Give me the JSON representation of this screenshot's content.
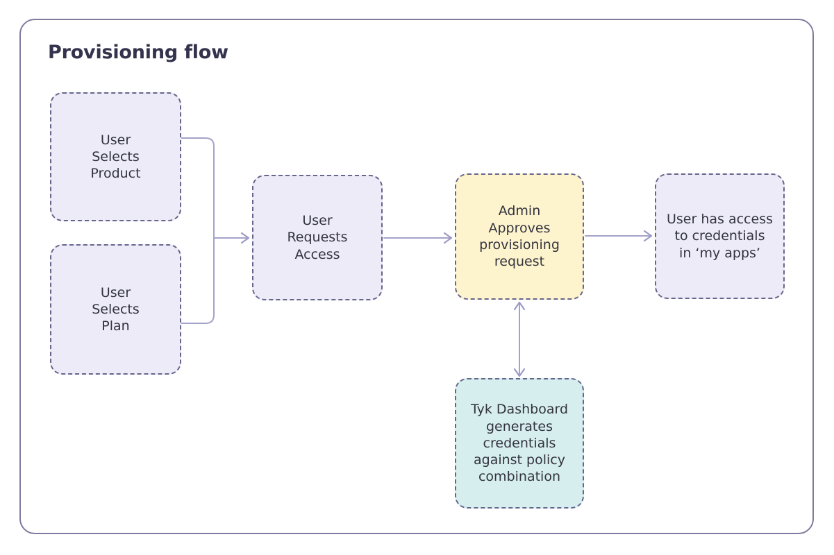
{
  "diagram": {
    "title": "Provisioning flow",
    "frame_border_color": "#7d7c9e",
    "background_color": "#ffffff",
    "node_border_color": "#66658c",
    "connector_color": "#a3a2ca",
    "title_color": "#33334d",
    "nodes": [
      {
        "id": "user-selects-product",
        "label": "User\nSelects\nProduct",
        "fill": "#ecebf7",
        "style": "dashed"
      },
      {
        "id": "user-selects-plan",
        "label": "User\nSelects\nPlan",
        "fill": "#ecebf7",
        "style": "dashed"
      },
      {
        "id": "user-requests-access",
        "label": "User\nRequests\nAccess",
        "fill": "#ecebf7",
        "style": "dashed"
      },
      {
        "id": "admin-approves",
        "label": "Admin\nApproves\nprovisioning\nrequest",
        "fill": "#fdf4cd",
        "style": "dashed"
      },
      {
        "id": "user-has-access",
        "label": "User has access\nto credentials\nin ‘my apps’",
        "fill": "#ecebf7",
        "style": "dashed"
      },
      {
        "id": "tyk-dashboard",
        "label": "Tyk Dashboard\ngenerates\ncredentials\nagainst policy\ncombination",
        "fill": "#d6eeee",
        "style": "dashed"
      }
    ],
    "edges": [
      {
        "id": "product-to-request",
        "from": "user-selects-product",
        "to": "user-requests-access",
        "arrow": "single"
      },
      {
        "id": "plan-to-request",
        "from": "user-selects-plan",
        "to": "user-requests-access",
        "arrow": "single"
      },
      {
        "id": "request-to-admin",
        "from": "user-requests-access",
        "to": "admin-approves",
        "arrow": "single"
      },
      {
        "id": "admin-to-access",
        "from": "admin-approves",
        "to": "user-has-access",
        "arrow": "single"
      },
      {
        "id": "admin-tyk",
        "from": "admin-approves",
        "to": "tyk-dashboard",
        "arrow": "double"
      }
    ]
  }
}
